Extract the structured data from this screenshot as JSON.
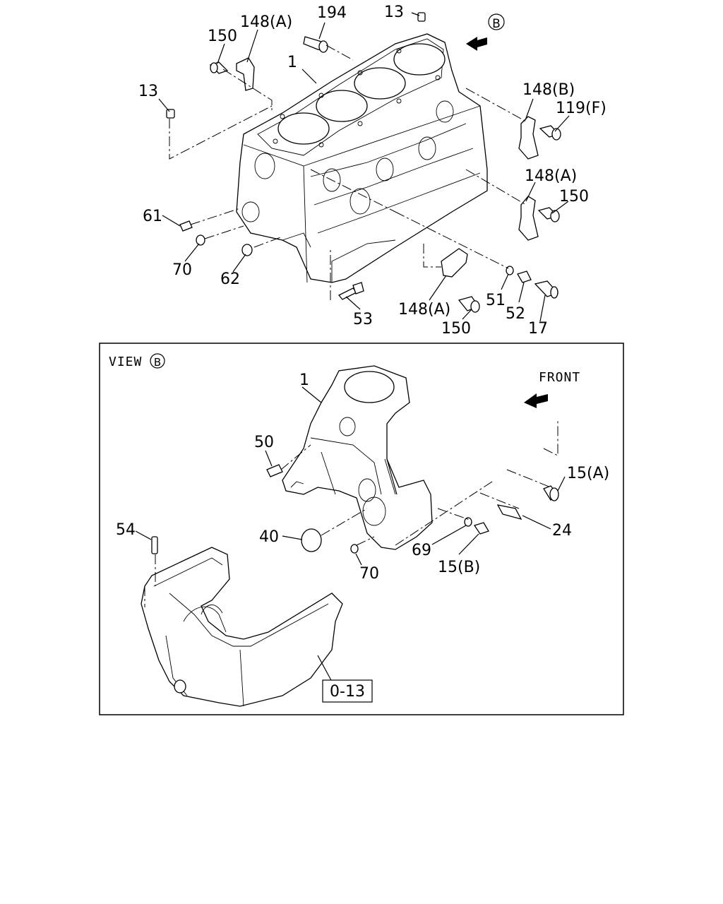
{
  "top_view": {
    "section_marker": "B",
    "callouts": {
      "p194": "194",
      "p13_top": "13",
      "p148a_top": "148(A)",
      "p150_top": "150",
      "p1": "1",
      "p13_left": "13",
      "p148b": "148(B)",
      "p119f": "119(F)",
      "p148a_right": "148(A)",
      "p150_right": "150",
      "p61": "61",
      "p70": "70",
      "p62": "62",
      "p53": "53",
      "p148a_bottom": "148(A)",
      "p150_bottom": "150",
      "p51": "51",
      "p52": "52",
      "p17": "17"
    }
  },
  "view_b": {
    "title": "VIEW",
    "marker": "B",
    "front_label": "FRONT",
    "reference_box": "0-13",
    "callouts": {
      "p1": "1",
      "p50": "50",
      "p15a": "15(A)",
      "p24": "24",
      "p40": "40",
      "p69": "69",
      "p70": "70",
      "p15b": "15(B)",
      "p54": "54"
    }
  },
  "icons": [
    "arrow-front-icon",
    "circled-letter-icon"
  ],
  "colors": {
    "line": "#000000",
    "background": "#ffffff"
  }
}
